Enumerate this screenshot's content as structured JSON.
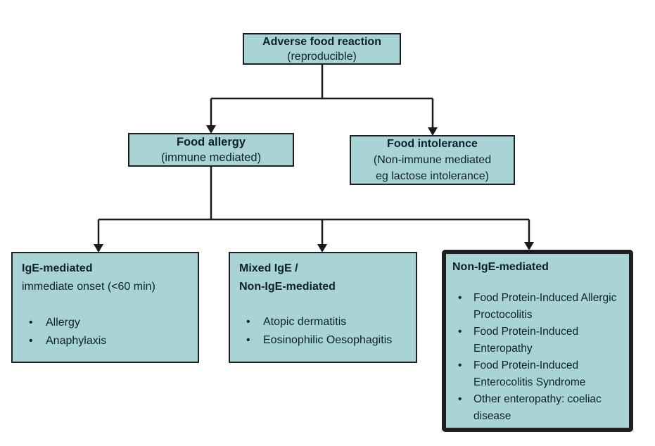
{
  "colors": {
    "background": "#ffffff",
    "box_fill": "#a9d4d6",
    "box_border": "#1f1f1f",
    "text": "#0e2029",
    "line": "#1a1a1a"
  },
  "nodes": {
    "root": {
      "title": "Adverse food reaction",
      "subtitle": "(reproducible)"
    },
    "food_allergy": {
      "title": "Food allergy",
      "subtitle": "(immune mediated)"
    },
    "food_intolerance": {
      "title": "Food intolerance",
      "subtitle_line1": "(Non-immune mediated",
      "subtitle_line2": "eg lactose intolerance)"
    },
    "ige_mediated": {
      "title": "IgE-mediated",
      "subtitle": "immediate onset (<60 min)",
      "bullets": [
        "Allergy",
        "Anaphylaxis"
      ]
    },
    "mixed": {
      "title_line1": "Mixed IgE /",
      "title_line2": "Non-IgE-mediated",
      "bullets": [
        "Atopic dermatitis",
        "Eosinophilic Oesophagitis"
      ]
    },
    "non_ige_mediated": {
      "title": "Non-IgE-mediated",
      "bullets": [
        "Food Protein-Induced Allergic Proctocolitis",
        "Food Protein-Induced Enteropathy",
        "Food Protein-Induced Enterocolitis Syndrome",
        "Other enteropathy: coeliac disease"
      ]
    }
  },
  "bullet_glyph": "•"
}
